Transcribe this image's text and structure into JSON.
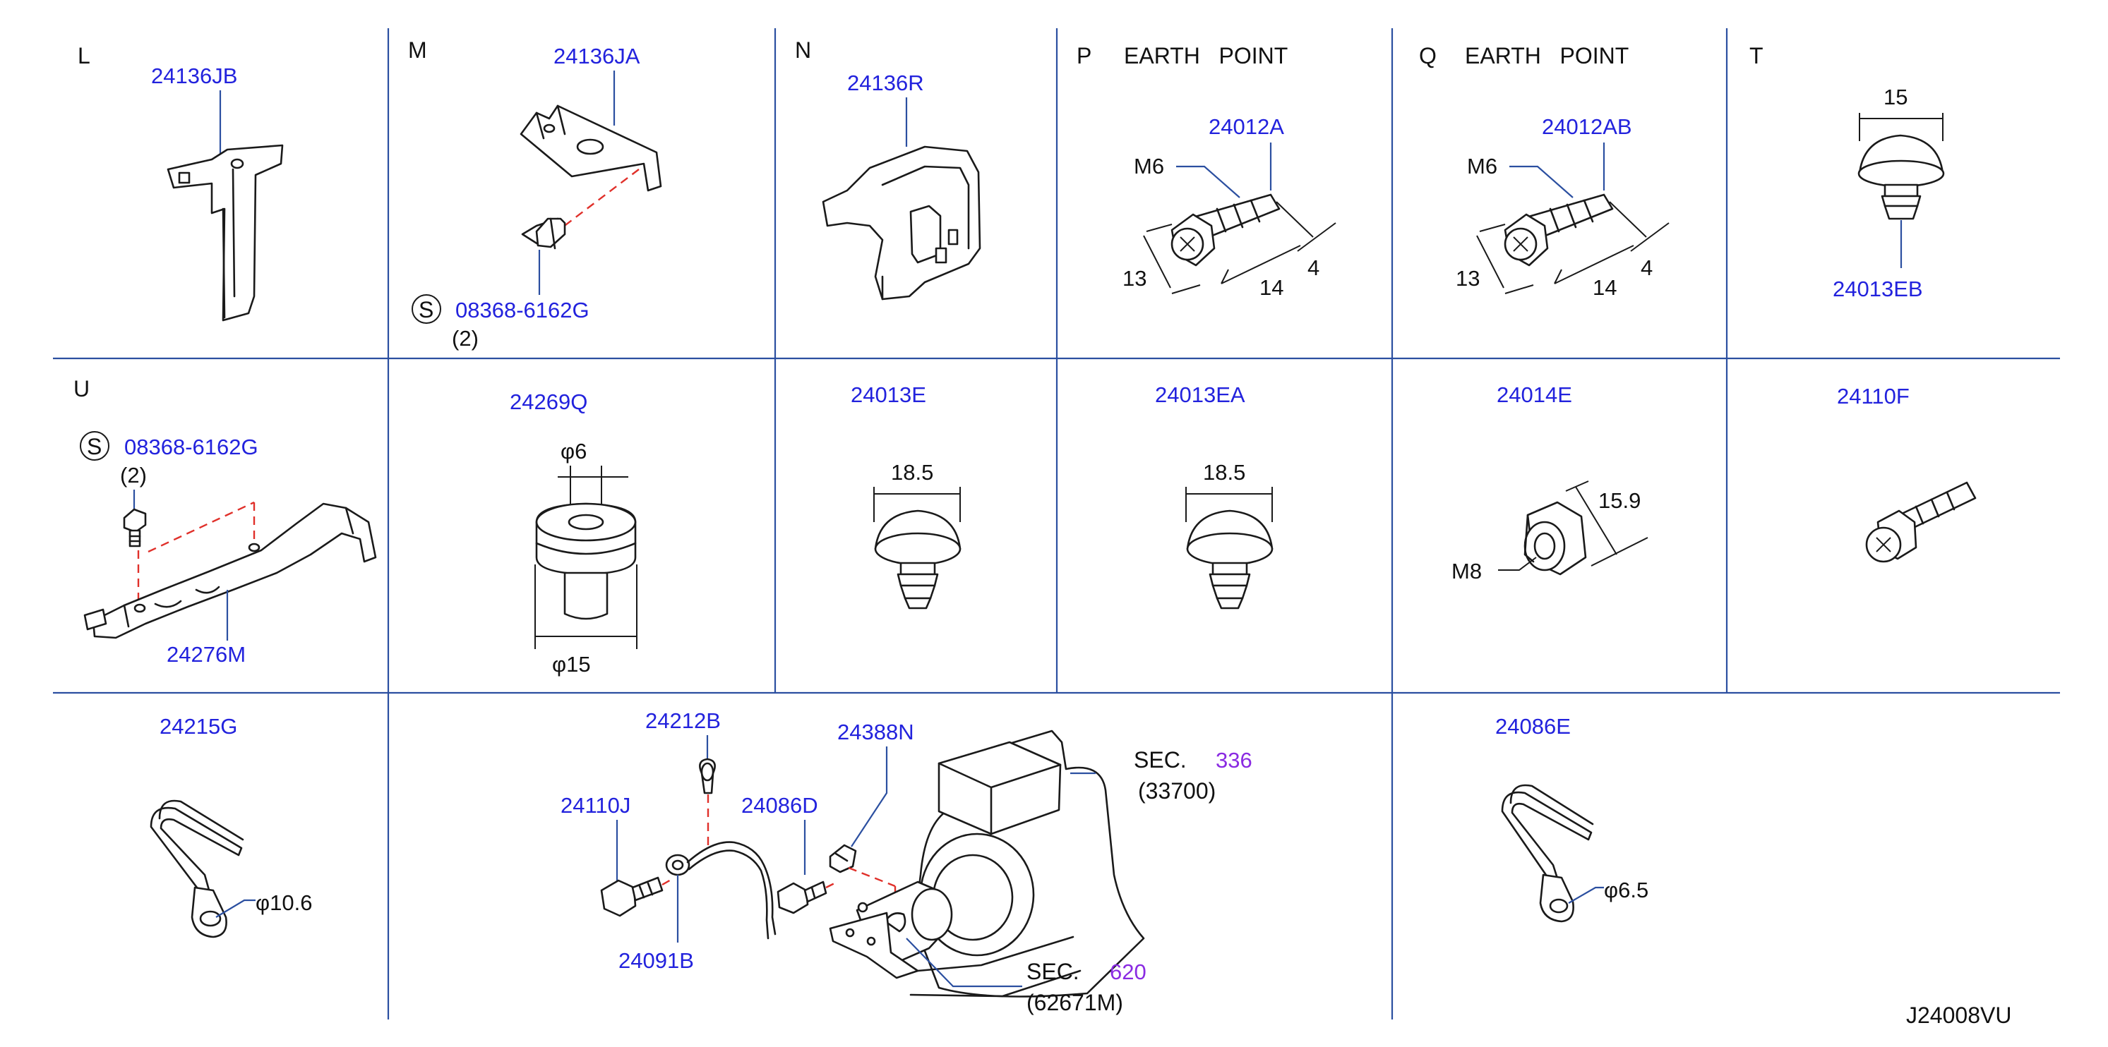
{
  "colors": {
    "part_number": "#2222dd",
    "section_ref": "#8a2be2",
    "text": "#111111",
    "grid": "#2b4fa0",
    "dashed_line": "#e0302a"
  },
  "panels": {
    "L": {
      "letter": "L",
      "part": "24136JB"
    },
    "M": {
      "letter": "M",
      "part": "24136JA",
      "bolt_mark": "S",
      "bolt_part": "08368-6162G",
      "bolt_qty": "(2)"
    },
    "N": {
      "letter": "N",
      "part": "24136R"
    },
    "P": {
      "letter": "P",
      "title": "EARTH   POINT",
      "part": "24012A",
      "thread": "M6",
      "dim_a": "13",
      "dim_b": "14",
      "dim_c": "4"
    },
    "Q": {
      "letter": "Q",
      "title": "EARTH   POINT",
      "part": "24012AB",
      "thread": "M6",
      "dim_a": "13",
      "dim_b": "14",
      "dim_c": "4"
    },
    "T": {
      "letter": "T",
      "part": "24013EB",
      "dim": "15"
    },
    "U": {
      "letter": "U",
      "bolt_mark": "S",
      "bolt_part": "08368-6162G",
      "bolt_qty": "(2)",
      "part": "24276M"
    },
    "r2c2": {
      "part": "24269Q",
      "dim_top": "φ6",
      "dim_bottom": "φ15"
    },
    "r2c3": {
      "part": "24013E",
      "dim": "18.5"
    },
    "r2c4": {
      "part": "24013EA",
      "dim": "18.5"
    },
    "r2c5": {
      "part": "24014E",
      "dim": "15.9",
      "thread": "M8"
    },
    "r2c6": {
      "part": "24110F"
    },
    "r3c1": {
      "part": "24215G",
      "dim": "φ10.6"
    },
    "r3c2": {
      "p_24212B": "24212B",
      "p_24388N": "24388N",
      "p_24110J": "24110J",
      "p_24086D": "24086D",
      "p_24091B": "24091B",
      "sec1_label": "SEC.",
      "sec1_num": "336",
      "sec1_part": "(33700)",
      "sec2_label": "SEC.",
      "sec2_num": "620",
      "sec2_part": "(62671M)"
    },
    "r3c5": {
      "part": "24086E",
      "dim": "φ6.5"
    }
  },
  "footer": {
    "drawing_id": "J24008VU"
  }
}
